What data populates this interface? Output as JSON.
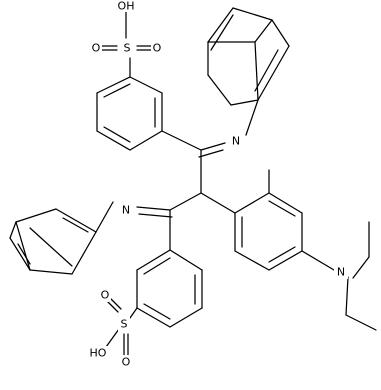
{
  "molecule": {
    "atom_labels": {
      "sulfonic_top_OH": "OH",
      "sulfonic_top_S": "S",
      "sulfonic_top_O_left": "O",
      "sulfonic_top_O_right": "O",
      "imine_top_N": "N",
      "imine_left_N": "N",
      "amine_N": "N",
      "sulfonic_bottom_S": "S",
      "sulfonic_bottom_O_top": "O",
      "sulfonic_bottom_O_bottom": "O",
      "sulfonic_bottom_OH": "HO"
    }
  },
  "colors": {
    "bond": "#000000",
    "label": "#000000",
    "background": "#ffffff"
  }
}
